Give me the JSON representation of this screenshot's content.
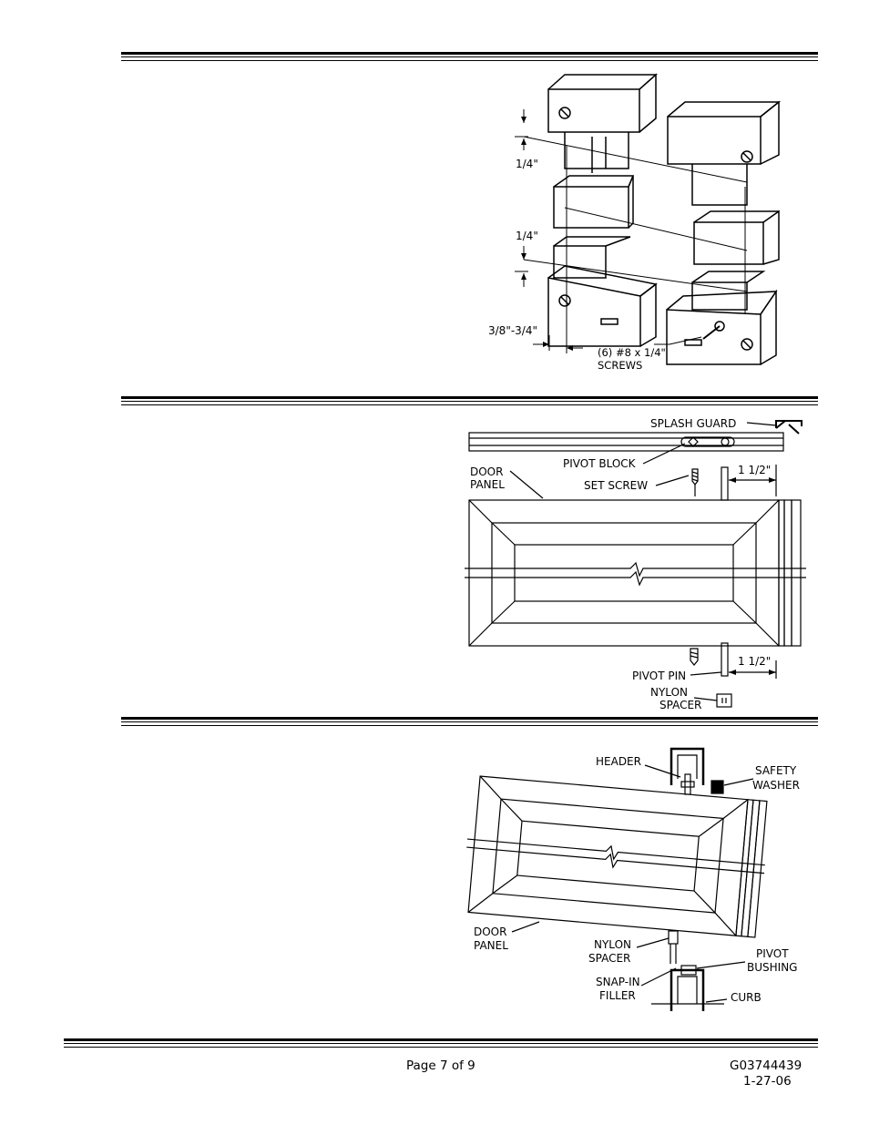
{
  "figure1": {
    "dim_quarter_top": "1/4\"",
    "dim_quarter_mid": "1/4\"",
    "dim_bottom": "3/8\"-3/4\"",
    "screws_line1": "(6) #8 x 1/4\"",
    "screws_line2": "SCREWS"
  },
  "figure2": {
    "splash_guard": "SPLASH GUARD",
    "pivot_block": "PIVOT BLOCK",
    "door_panel_1": "DOOR",
    "door_panel_2": "PANEL",
    "set_screw": "SET SCREW",
    "dim_top": "1 1/2\"",
    "dim_bottom": "1 1/2\"",
    "pivot_pin": "PIVOT PIN",
    "nylon_spacer_1": "NYLON",
    "nylon_spacer_2": "SPACER"
  },
  "figure3": {
    "header": "HEADER",
    "safety_washer_1": "SAFETY",
    "safety_washer_2": "WASHER",
    "door_panel_1": "DOOR",
    "door_panel_2": "PANEL",
    "nylon_spacer_1": "NYLON",
    "nylon_spacer_2": "SPACER",
    "pivot_bushing_1": "PIVOT",
    "pivot_bushing_2": "BUSHING",
    "snap_in_filler_1": "SNAP-IN",
    "snap_in_filler_2": "FILLER",
    "curb": "CURB"
  },
  "footer": {
    "page": "Page 7 of 9",
    "doc_number": "G03744439",
    "date": "1-27-06"
  }
}
